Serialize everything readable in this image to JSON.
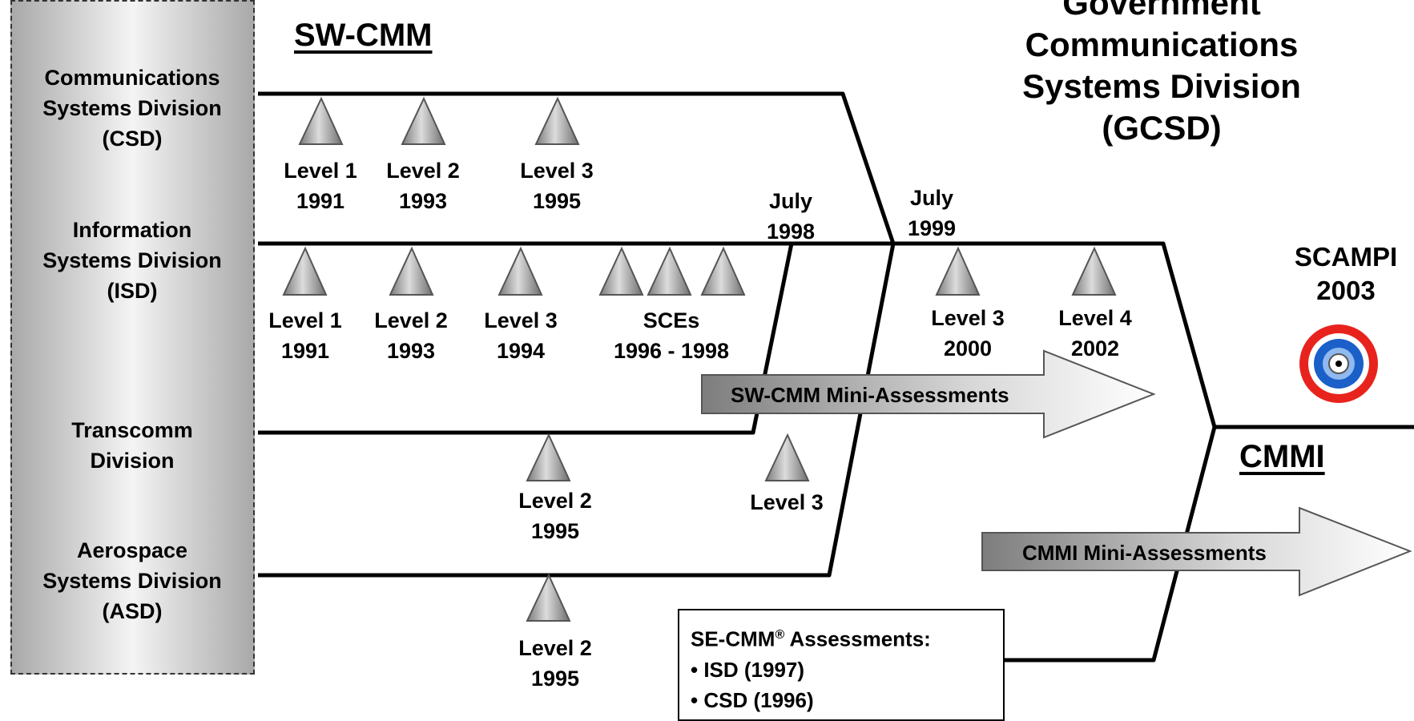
{
  "divisions": [
    {
      "name": "Communications\nSystems Division\n(CSD)"
    },
    {
      "name": "Information\nSystems Division\n(ISD)"
    },
    {
      "name": "Transcomm\nDivision"
    },
    {
      "name": "Aerospace\nSystems Division\n(ASD)"
    }
  ],
  "headings": {
    "sw_cmm": "SW-CMM",
    "cmmi": "CMMI",
    "gcsd": "Government\nCommunications\nSystems Division\n(GCSD)"
  },
  "milestones": {
    "csd_l1": "Level 1\n1991",
    "csd_l2": "Level 2\n1993",
    "csd_l3": "Level 3\n1995",
    "isd_l1": "Level 1\n1991",
    "isd_l2": "Level 2\n1993",
    "isd_l3": "Level 3\n1994",
    "isd_sces": "SCEs\n1996 - 1998",
    "gcsd_l3": "Level 3\n2000",
    "gcsd_l4": "Level 4\n2002",
    "trans_l2": "Level 2\n1995",
    "trans_l3": "Level 3",
    "asd_l2": "Level 2\n1995"
  },
  "merge_dates": {
    "july_1998": "July\n1998",
    "july_1999": "July\n1999"
  },
  "scampi": "SCAMPI\n2003",
  "arrows": {
    "sw_cmm_mini": "SW-CMM Mini-Assessments",
    "cmmi_mini": "CMMI Mini-Assessments"
  },
  "se_cmm_box": {
    "title": "SE-CMM",
    "registered": "®",
    "title_suffix": " Assessments:",
    "items": [
      "• ISD (1997)",
      "• CSD (1996)"
    ]
  }
}
